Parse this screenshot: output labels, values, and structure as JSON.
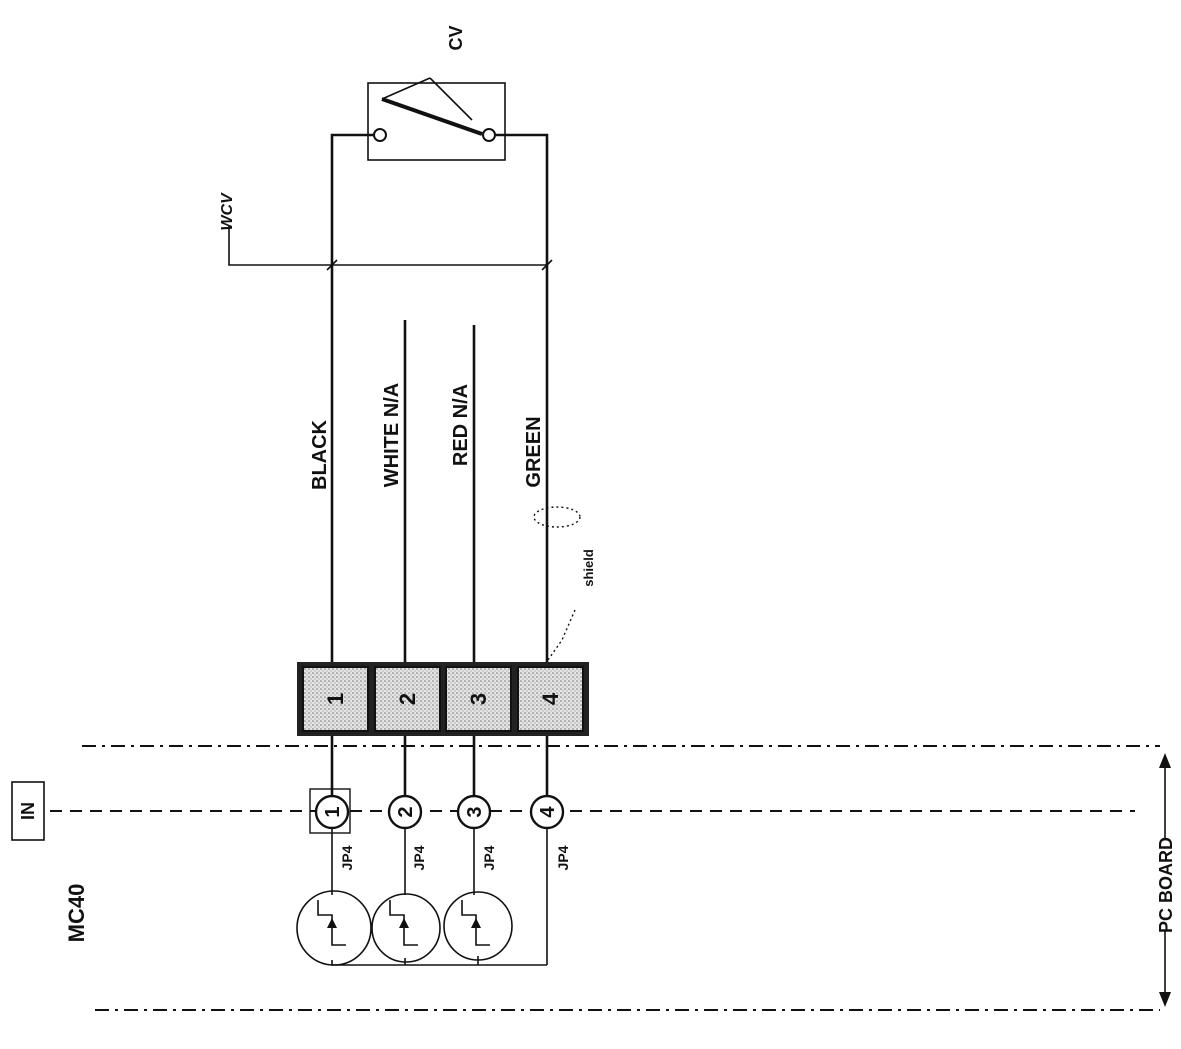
{
  "labels": {
    "cv": "CV",
    "wcv": "WCV",
    "mc40": "MC40",
    "in": "IN",
    "pc_board": "PC BOARD",
    "shield": "shield"
  },
  "wires": [
    {
      "color": "BLACK",
      "terminal": "1",
      "jp": "JP4"
    },
    {
      "color": "WHITE  N/A",
      "terminal": "2",
      "jp": "JP4"
    },
    {
      "color": "RED  N/A",
      "terminal": "3",
      "jp": "JP4"
    },
    {
      "color": "GREEN",
      "terminal": "4",
      "jp": "JP4"
    }
  ]
}
